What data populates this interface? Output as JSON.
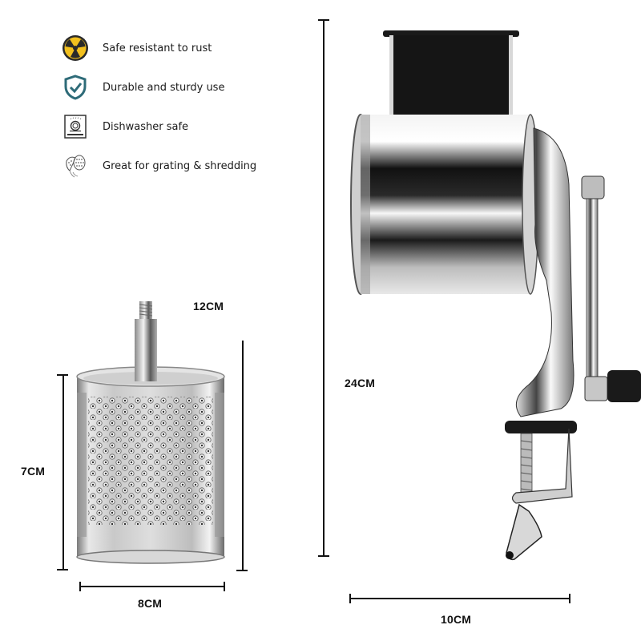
{
  "features": [
    {
      "icon": "rust-resistant-icon",
      "label": "Safe resistant to rust"
    },
    {
      "icon": "shield-check-icon",
      "label": "Durable and sturdy use"
    },
    {
      "icon": "dishwasher-icon",
      "label": "Dishwasher safe"
    },
    {
      "icon": "grating-icon",
      "label": "Great for grating & shredding"
    }
  ],
  "dimensions": {
    "drum_total_height": "12CM",
    "drum_height": "7CM",
    "drum_width": "8CM",
    "grater_height": "24CM",
    "grater_width": "10CM"
  },
  "colors": {
    "rust_icon_yellow": "#F2C01E",
    "shield_teal": "#2E6B78",
    "line_black": "#111111"
  }
}
